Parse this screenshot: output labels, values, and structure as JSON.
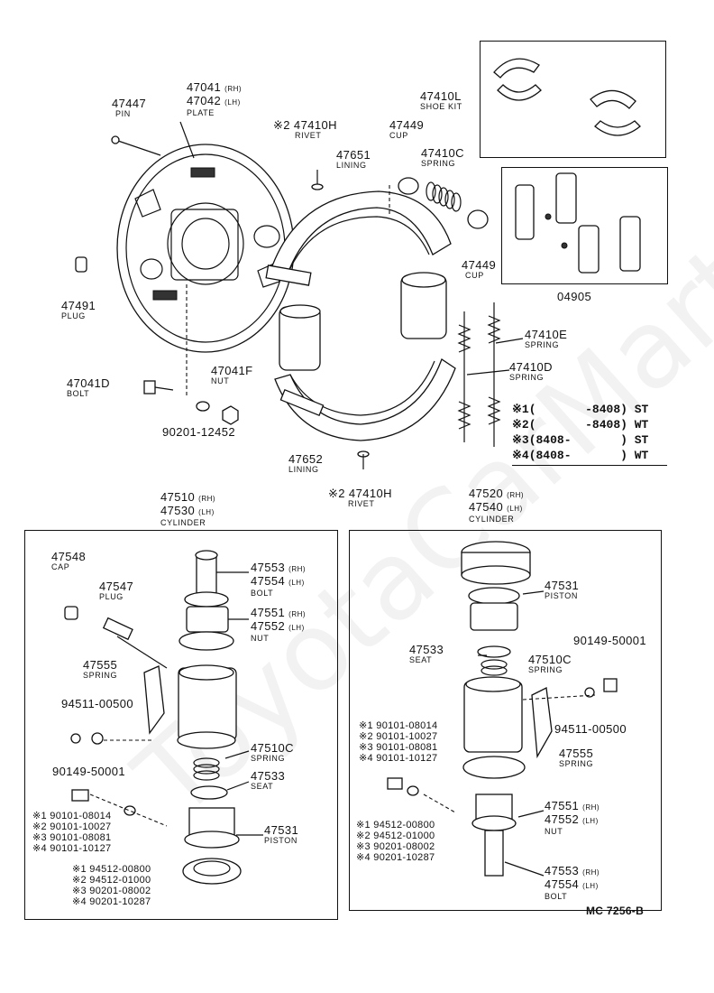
{
  "labels": {
    "pin": {
      "num": "47447",
      "sub": "PIN"
    },
    "plate": {
      "num1": "47041",
      "tag1": "(RH)",
      "num2": "47042",
      "tag2": "(LH)",
      "sub": "PLATE"
    },
    "rivet_top": {
      "num": "※2 47410H",
      "sub": "RIVET"
    },
    "lining_top": {
      "num": "47651",
      "sub": "LINING"
    },
    "cup_top": {
      "num": "47449",
      "sub": "CUP"
    },
    "spring_c": {
      "num": "47410C",
      "sub": "SPRING"
    },
    "shoe_kit": {
      "num": "47410L",
      "sub": "SHOE KIT"
    },
    "cup_right": {
      "num": "47449",
      "sub": "CUP"
    },
    "kit_04905": {
      "num": "04905"
    },
    "plug_left": {
      "num": "47491",
      "sub": "PLUG"
    },
    "spring_e": {
      "num": "47410E",
      "sub": "SPRING"
    },
    "spring_d": {
      "num": "47410D",
      "sub": "SPRING"
    },
    "bolt_d": {
      "num": "47041D",
      "sub": "BOLT"
    },
    "nut_f": {
      "num": "47041F",
      "sub": "NUT"
    },
    "washer": {
      "num": "90201-12452"
    },
    "lining_bottom": {
      "num": "47652",
      "sub": "LINING"
    },
    "rivet_bottom": {
      "num": "※2 47410H",
      "sub": "RIVET"
    },
    "cyl_left": {
      "num1": "47510",
      "tag1": "(RH)",
      "num2": "47530",
      "tag2": "(LH)",
      "sub": "CYLINDER"
    },
    "cyl_right": {
      "num1": "47520",
      "tag1": "(RH)",
      "num2": "47540",
      "tag2": "(LH)",
      "sub": "CYLINDER"
    },
    "cap": {
      "num": "47548",
      "sub": "CAP"
    },
    "plug_47547": {
      "num": "47547",
      "sub": "PLUG"
    },
    "bolt_l": {
      "num1": "47553",
      "tag1": "(RH)",
      "num2": "47554",
      "tag2": "(LH)",
      "sub": "BOLT"
    },
    "nut_l": {
      "num1": "47551",
      "tag1": "(RH)",
      "num2": "47552",
      "tag2": "(LH)",
      "sub": "NUT"
    },
    "spring_555_l": {
      "num": "47555",
      "sub": "SPRING"
    },
    "p94511_l": {
      "num": "94511-00500"
    },
    "p90149_l": {
      "num": "90149-50001"
    },
    "spring_510c_l": {
      "num": "47510C",
      "sub": "SPRING"
    },
    "seat_l": {
      "num": "47533",
      "sub": "SEAT"
    },
    "piston_l": {
      "num": "47531",
      "sub": "PISTON"
    },
    "bolt_list_l": [
      "※1 90101-08014",
      "※2 90101-10027",
      "※3 90101-08081",
      "※4 90101-10127"
    ],
    "washer_list_l": [
      "※1 94512-00800",
      "※2 94512-01000",
      "※3 90201-08002",
      "※4 90201-10287"
    ],
    "piston_r": {
      "num": "47531",
      "sub": "PISTON"
    },
    "p90149_r": {
      "num": "90149-50001"
    },
    "seat_r": {
      "num": "47533",
      "sub": "SEAT"
    },
    "spring_510c_r": {
      "num": "47510C",
      "sub": "SPRING"
    },
    "p94511_r": {
      "num": "94511-00500"
    },
    "spring_555_r": {
      "num": "47555",
      "sub": "SPRING"
    },
    "bolt_list_r": [
      "※1 90101-08014",
      "※2 90101-10027",
      "※3 90101-08081",
      "※4 90101-10127"
    ],
    "washer_list_r": [
      "※1 94512-00800",
      "※2 94512-01000",
      "※3 90201-08002",
      "※4 90201-10287"
    ],
    "nut_r": {
      "num1": "47551",
      "tag1": "(RH)",
      "num2": "47552",
      "tag2": "(LH)",
      "sub": "NUT"
    },
    "bolt_r": {
      "num1": "47553",
      "tag1": "(RH)",
      "num2": "47554",
      "tag2": "(LH)",
      "sub": "BOLT"
    }
  },
  "legend": [
    {
      "mark": "※1",
      "range": "(       -8408)",
      "code": "ST"
    },
    {
      "mark": "※2",
      "range": "(       -8408)",
      "code": "WT"
    },
    {
      "mark": "※3",
      "range": "(8408-       )",
      "code": "ST"
    },
    {
      "mark": "※4",
      "range": "(8408-       )",
      "code": "WT"
    }
  ],
  "figure_code": "MC 7256-B"
}
